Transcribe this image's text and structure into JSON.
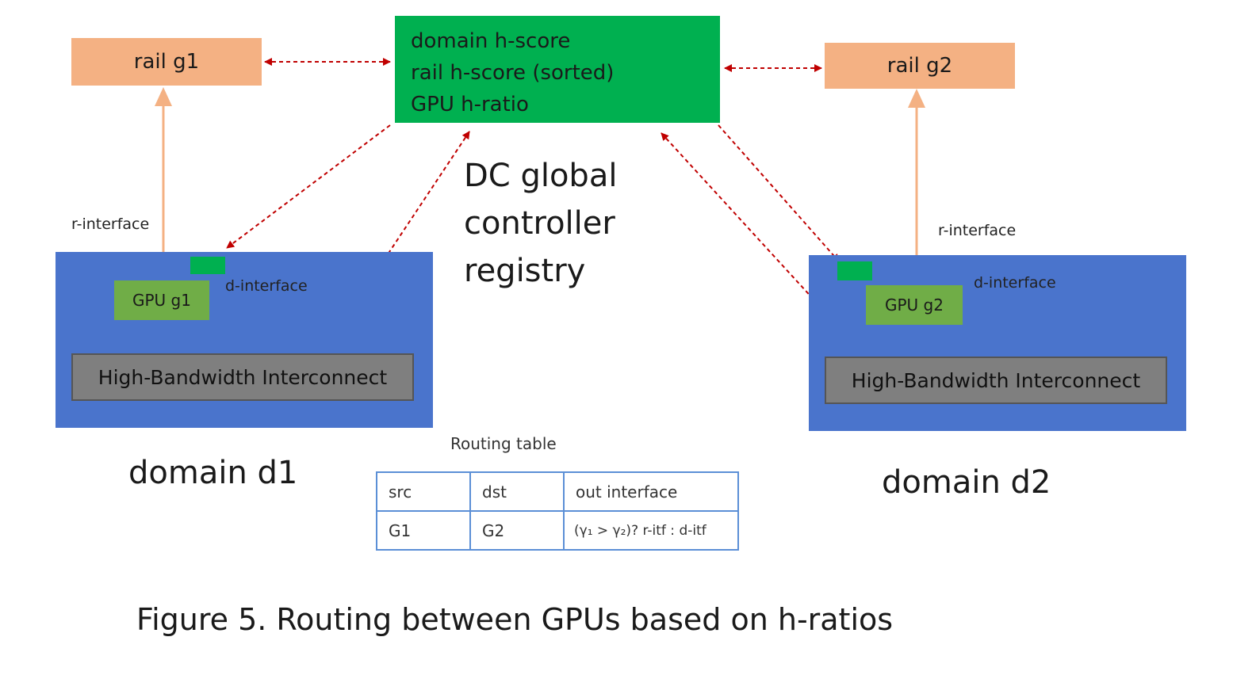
{
  "rails": {
    "g1_label": "rail g1",
    "g2_label": "rail g2"
  },
  "registry": {
    "line1": "domain h-score",
    "line2": "rail h-score (sorted)",
    "line3": "GPU h-ratio"
  },
  "controller": {
    "line1": "DC global",
    "line2": "controller",
    "line3": "registry"
  },
  "domain1": {
    "r_interface": "r-interface",
    "d_interface": "d-interface",
    "gpu_label": "GPU g1",
    "interconnect_label": "High-Bandwidth Interconnect",
    "name": "domain d1"
  },
  "domain2": {
    "r_interface": "r-interface",
    "d_interface": "d-interface",
    "gpu_label": "GPU g2",
    "interconnect_label": "High-Bandwidth Interconnect",
    "name": "domain d2"
  },
  "routing_table": {
    "title": "Routing table",
    "headers": [
      "src",
      "dst",
      "out interface"
    ],
    "rows": [
      [
        "G1",
        "G2",
        "(γ₁ > γ₂)? r-itf : d-itf"
      ]
    ]
  },
  "caption": "Figure 5.  Routing between GPUs based on h-ratios",
  "colors": {
    "rail": "#f4b183",
    "registry": "#00b050",
    "domain": "#4a74cc",
    "gpu": "#70ad47",
    "interconnect": "#7f7f7f",
    "dashed_arrow": "#c00000",
    "rail_arrow": "#f4b183"
  }
}
